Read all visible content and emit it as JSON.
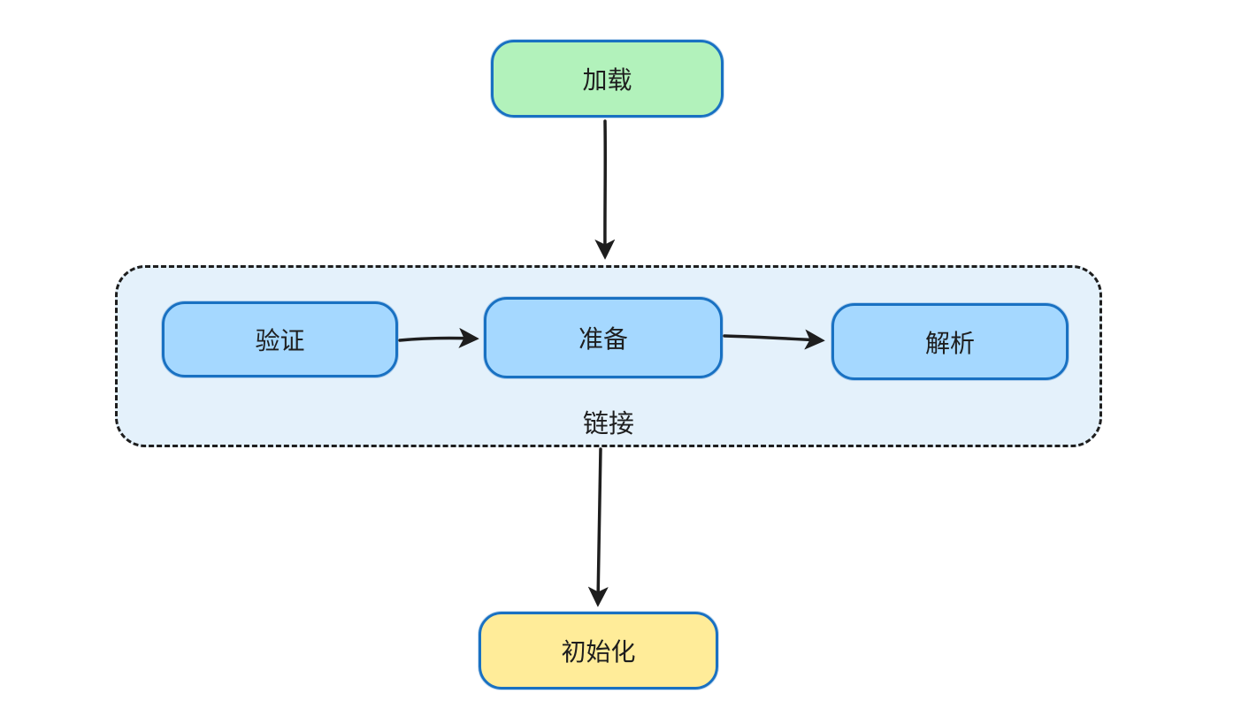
{
  "diagram": {
    "title": "class-loading-phases-flowchart",
    "nodes": {
      "load": {
        "label": "加载"
      },
      "verify": {
        "label": "验证"
      },
      "prepare": {
        "label": "准备"
      },
      "resolve": {
        "label": "解析"
      },
      "init": {
        "label": "初始化"
      }
    },
    "group": {
      "label": "链接"
    },
    "edges": [
      {
        "from": "load",
        "to": "link-group"
      },
      {
        "from": "verify",
        "to": "prepare"
      },
      {
        "from": "prepare",
        "to": "resolve"
      },
      {
        "from": "link-group",
        "to": "init"
      }
    ],
    "colors": {
      "load_fill": "#b2f2bb",
      "stage_fill": "#a5d8ff",
      "group_fill": "#e4f1fb",
      "init_fill": "#ffec99",
      "node_border": "#1971c2",
      "stroke": "#1e1e1e",
      "canvas_bg": "#ffffff"
    }
  }
}
